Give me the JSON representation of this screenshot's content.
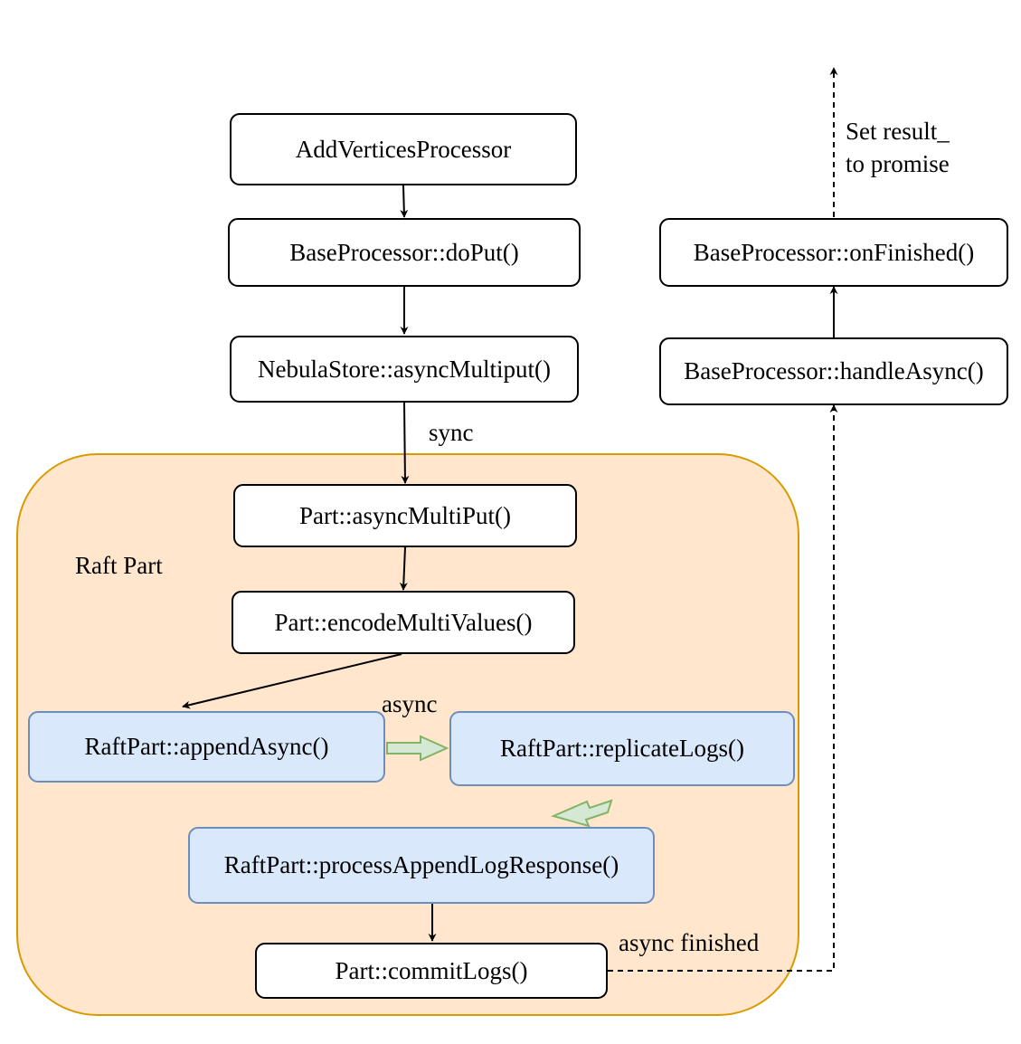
{
  "group": {
    "label": "Raft Part",
    "fill": "#ffe6cc",
    "stroke": "#d79b00"
  },
  "nodes": {
    "add_vertices": "AddVerticesProcessor",
    "do_put": "BaseProcessor::doPut()",
    "async_multiput_store": "NebulaStore::asyncMultiput()",
    "part_async_multiput": "Part::asyncMultiPut()",
    "encode_multi_values": "Part::encodeMultiValues()",
    "append_async": "RaftPart::appendAsync()",
    "replicate_logs": "RaftPart::replicateLogs()",
    "process_append_log_response": "RaftPart::processAppendLogResponse()",
    "commit_logs": "Part::commitLogs()",
    "handle_async": "BaseProcessor::handleAsync()",
    "on_finished": "BaseProcessor::onFinished()"
  },
  "edge_labels": {
    "sync": "sync",
    "async": "async",
    "async_finished": "async finished",
    "set_result_line1": "Set result_",
    "set_result_line2": "to promise"
  },
  "colors": {
    "blue_fill": "#dae8fc",
    "blue_stroke": "#6c8ebf",
    "green_arrow_fill": "#d5e8d4",
    "green_arrow_stroke": "#82b366"
  }
}
